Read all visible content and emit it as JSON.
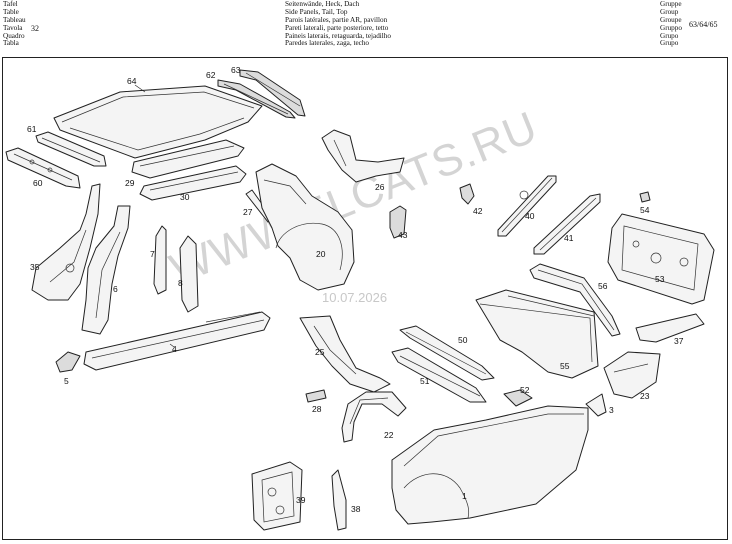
{
  "header": {
    "label_column": [
      "Tafel",
      "Table",
      "Tableau",
      "Tavola",
      "Quadro",
      "Tabla"
    ],
    "table_number": "32",
    "title_column": [
      "Seitenwände, Heck, Dach",
      "Side Panels, Tail, Top",
      "Parois latérales, partie AR, pavillon",
      "Pareti laterali, parte posteriore, tetto",
      "Paineis laterais, retaguarda, tejadilho",
      "Paredes laterales, zaga, techo"
    ],
    "group_column": [
      "Gruppe",
      "Group",
      "Groupe",
      "Gruppo",
      "Grupo",
      "Grupo"
    ],
    "group_number": "63/64/65"
  },
  "diagram": {
    "part_numbers": [
      "64",
      "62",
      "63",
      "61",
      "60",
      "29",
      "30",
      "26",
      "27",
      "42",
      "40",
      "54",
      "43",
      "41",
      "35",
      "7",
      "8",
      "6",
      "20",
      "53",
      "56",
      "4",
      "5",
      "37",
      "25",
      "50",
      "55",
      "51",
      "52",
      "28",
      "23",
      "3",
      "22",
      "1",
      "39",
      "38"
    ]
  },
  "watermark": {
    "site": "WWW.ELCATS.RU",
    "date": "10.07.2026"
  }
}
